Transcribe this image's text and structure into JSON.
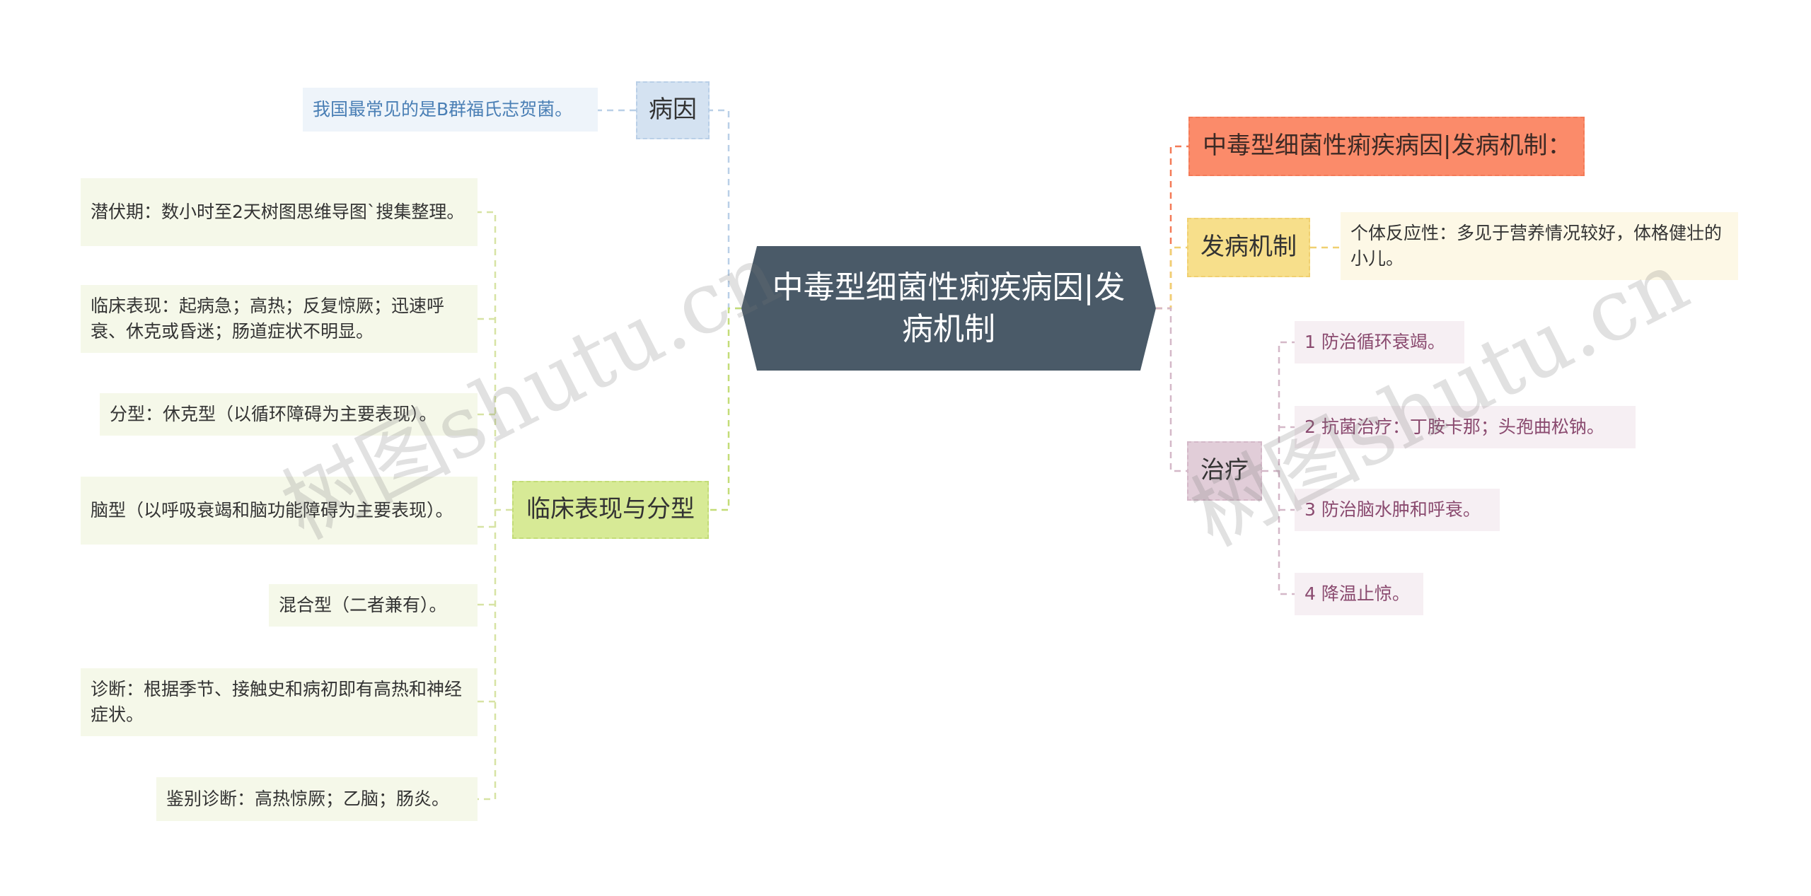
{
  "center": {
    "text": "中毒型细菌性痢疾病因|发病机制"
  },
  "left": {
    "cause": {
      "label": "病因",
      "leaves": [
        "我国最常见的是B群福氏志贺菌。"
      ]
    },
    "clinical": {
      "label": "临床表现与分型",
      "leaves": [
        "潜伏期：数小时至2天树图思维导图`搜集整理。",
        "临床表现：起病急；高热；反复惊厥；迅速呼衰、休克或昏迷；肠道症状不明显。",
        "分型：休克型（以循环障碍为主要表现）。",
        "脑型（以呼吸衰竭和脑功能障碍为主要表现）。",
        "混合型（二者兼有）。",
        "诊断：根据季节、接触史和病初即有高热和神经症状。",
        "鉴别诊断：高热惊厥；乙脑；肠炎。"
      ]
    }
  },
  "right": {
    "title": {
      "label": "中毒型细菌性痢疾病因|发病机制："
    },
    "mechanism": {
      "label": "发病机制",
      "leaves": [
        "个体反应性：多见于营养情况较好，体格健壮的小儿。"
      ]
    },
    "treatment": {
      "label": "治疗",
      "leaves": [
        "1 防治循环衰竭。",
        "2 抗菌治疗：丁胺卡那；头孢曲松钠。",
        "3 防治脑水肿和呼衰。",
        "4 降温止惊。"
      ]
    }
  },
  "watermarks": [
    "树图shutu.cn",
    "树图shutu.cn"
  ],
  "colors": {
    "center_bg": "#4a5a68",
    "cause": "#d4e2f1",
    "clinical": "#d7ea96",
    "title": "#fb8b6a",
    "mechanism": "#f7df8b",
    "treatment": "#e1cdd8"
  }
}
